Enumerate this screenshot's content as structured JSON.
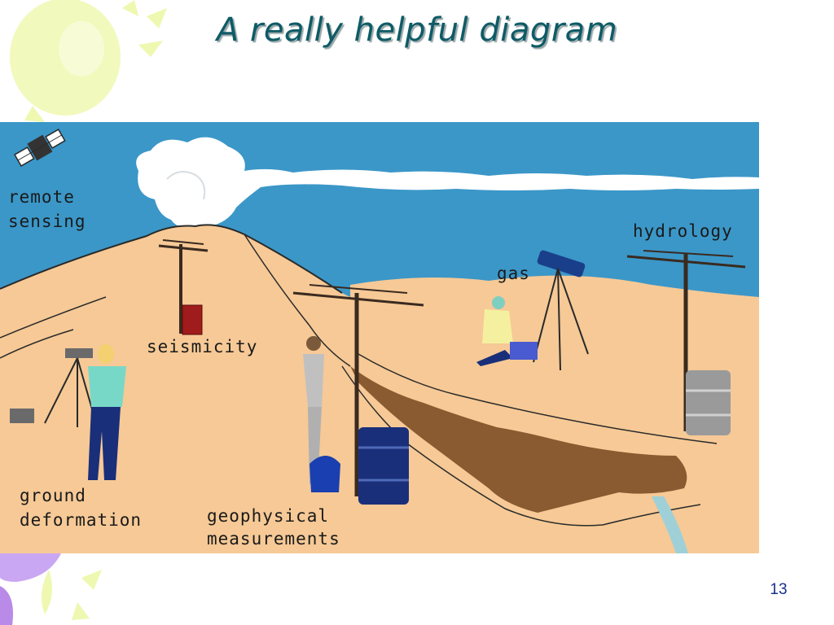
{
  "slide": {
    "title": "A really helpful diagram",
    "page_number": "13"
  },
  "diagram": {
    "labels": {
      "remote_sensing_line1": "remote",
      "remote_sensing_line2": "sensing",
      "seismicity": "seismicity",
      "gas": "gas",
      "hydrology": "hydrology",
      "ground_deformation_line1": "ground",
      "ground_deformation_line2": "deformation",
      "geophysical_line1": "geophysical",
      "geophysical_line2": "measurements"
    },
    "colors": {
      "sky": "#3b97c8",
      "ground": "#f6c996",
      "lava": "#8a5a30",
      "title": "#0e5b66",
      "accent_yellow": "#eef8b0",
      "accent_purple": "#c9a7f3"
    },
    "icons": [
      "satellite-icon",
      "volcano-icon",
      "plume-icon",
      "antenna-icon",
      "barrel-icon",
      "tripod-icon",
      "person-icon"
    ]
  }
}
